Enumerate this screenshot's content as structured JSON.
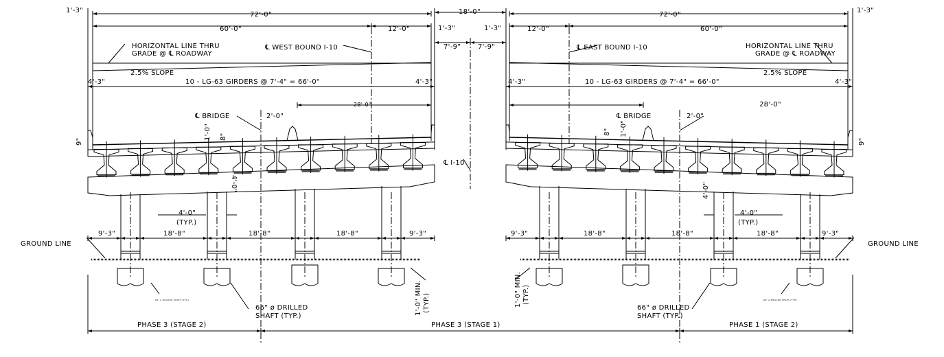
{
  "dims": {
    "overhang": "1'-3\"",
    "top_total": "72'-0\"",
    "roadway": "60'-0\"",
    "shoulder": "12'-0\"",
    "median": "18'-0\"",
    "median_half": "7'-9\"",
    "girder_edge": "4'-3\"",
    "girders": "10 - LG-63 GIRDERS @ 7'-4\" = 66'-0\"",
    "barrier_offset": "2'-0\"",
    "lane_width": "28'-0\"",
    "haunch": "9\"",
    "slab_1_0": "1'-0\"",
    "slab_8": "8\"",
    "cap_depth": "4'-0\"",
    "column_dia": "4'-0\"",
    "typ": "(TYP.)",
    "end_span": "9'-3\"",
    "column_spacing": "18'-8\"",
    "min_embed": "1'-0\" MIN."
  },
  "labels": {
    "horizontal_line": "HORIZONTAL LINE THRU",
    "grade": "GRADE @ ℄ ROADWAY",
    "slope": "2.5% SLOPE",
    "westbound": "℄ WEST BOUND I-10",
    "eastbound": "℄ EAST BOUND I-10",
    "cl_bridge": "℄ BRIDGE",
    "cl_i10": "℄ I-10",
    "ground": "GROUND LINE",
    "shaft_line1": "66\" ø DRILLED",
    "shaft_line2": "SHAFT (TYP.)",
    "shaft_small": "66\" ø DRILLED SHAFT (TYP.)"
  },
  "phases": [
    "PHASE 3 (STAGE 2)",
    "PHASE 3 (STAGE 1)",
    "PHASE 1 (STAGE 2)"
  ]
}
